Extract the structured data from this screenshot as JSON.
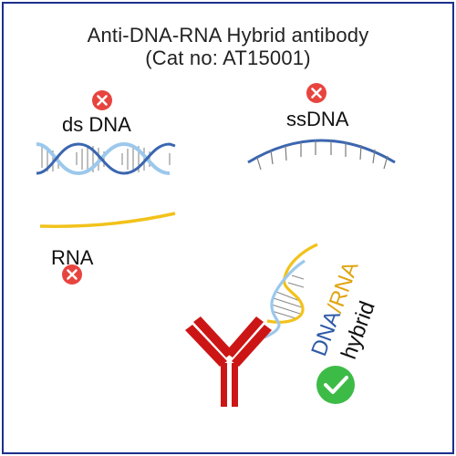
{
  "title": {
    "line1": "Anti-DNA-RNA Hybrid antibody",
    "line2": "(Cat no: AT15001)"
  },
  "labels": {
    "ds_dna": "ds DNA",
    "ss_dna": "ssDNA",
    "rna": "RNA"
  },
  "hybrid_label": {
    "dna": "DNA",
    "slash": "/",
    "rna": "RNA",
    "hybrid": "hybrid"
  },
  "colors": {
    "frame": "#1c2f8c",
    "dna_dark": "#3b66b0",
    "dna_light": "#9cc8ec",
    "rna": "#f2c21a",
    "antibody": "#cc1616",
    "reject": "#e8443f",
    "accept": "#3dbb47",
    "hybrid_dna_text": "#2e5aa8",
    "hybrid_rna_text": "#e0a512",
    "hybrid_text": "#111111"
  },
  "icons": {
    "reject": "cross-in-circle",
    "accept": "check-in-circle"
  }
}
